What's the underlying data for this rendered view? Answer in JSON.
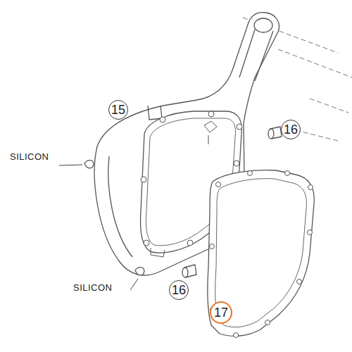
{
  "diagram": {
    "labels": [
      "15",
      "16",
      "16",
      "17",
      "SILICON",
      "SILICON"
    ]
  }
}
